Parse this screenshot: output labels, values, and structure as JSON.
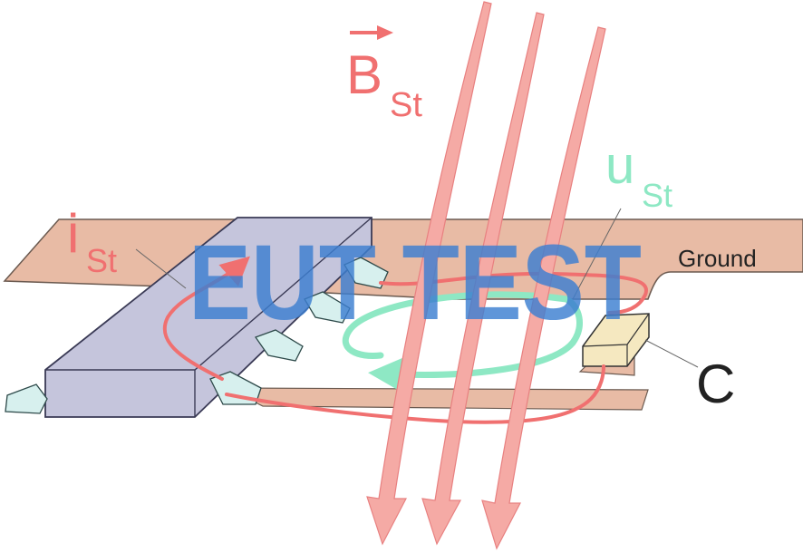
{
  "labels": {
    "b_main": "B",
    "b_sub": "St",
    "i_main": "i",
    "i_sub": "St",
    "u_main": "u",
    "u_sub": "St",
    "ground": "Ground",
    "capacitor": "C"
  },
  "watermark": "EUT TEST",
  "colors": {
    "current_path": "#f07070",
    "magnetic_field": "#f5aaa5",
    "voltage_loop": "#8ee8c4",
    "ground_plane": "#e8bba5",
    "ic_body": "#c5c5dc",
    "capacitor": "#f5e8c0",
    "watermark": "#3d7fd1"
  },
  "icons": {
    "field_arrows": "magnetic-field-arrows",
    "vector_arrow": "vector-arrow-icon"
  }
}
